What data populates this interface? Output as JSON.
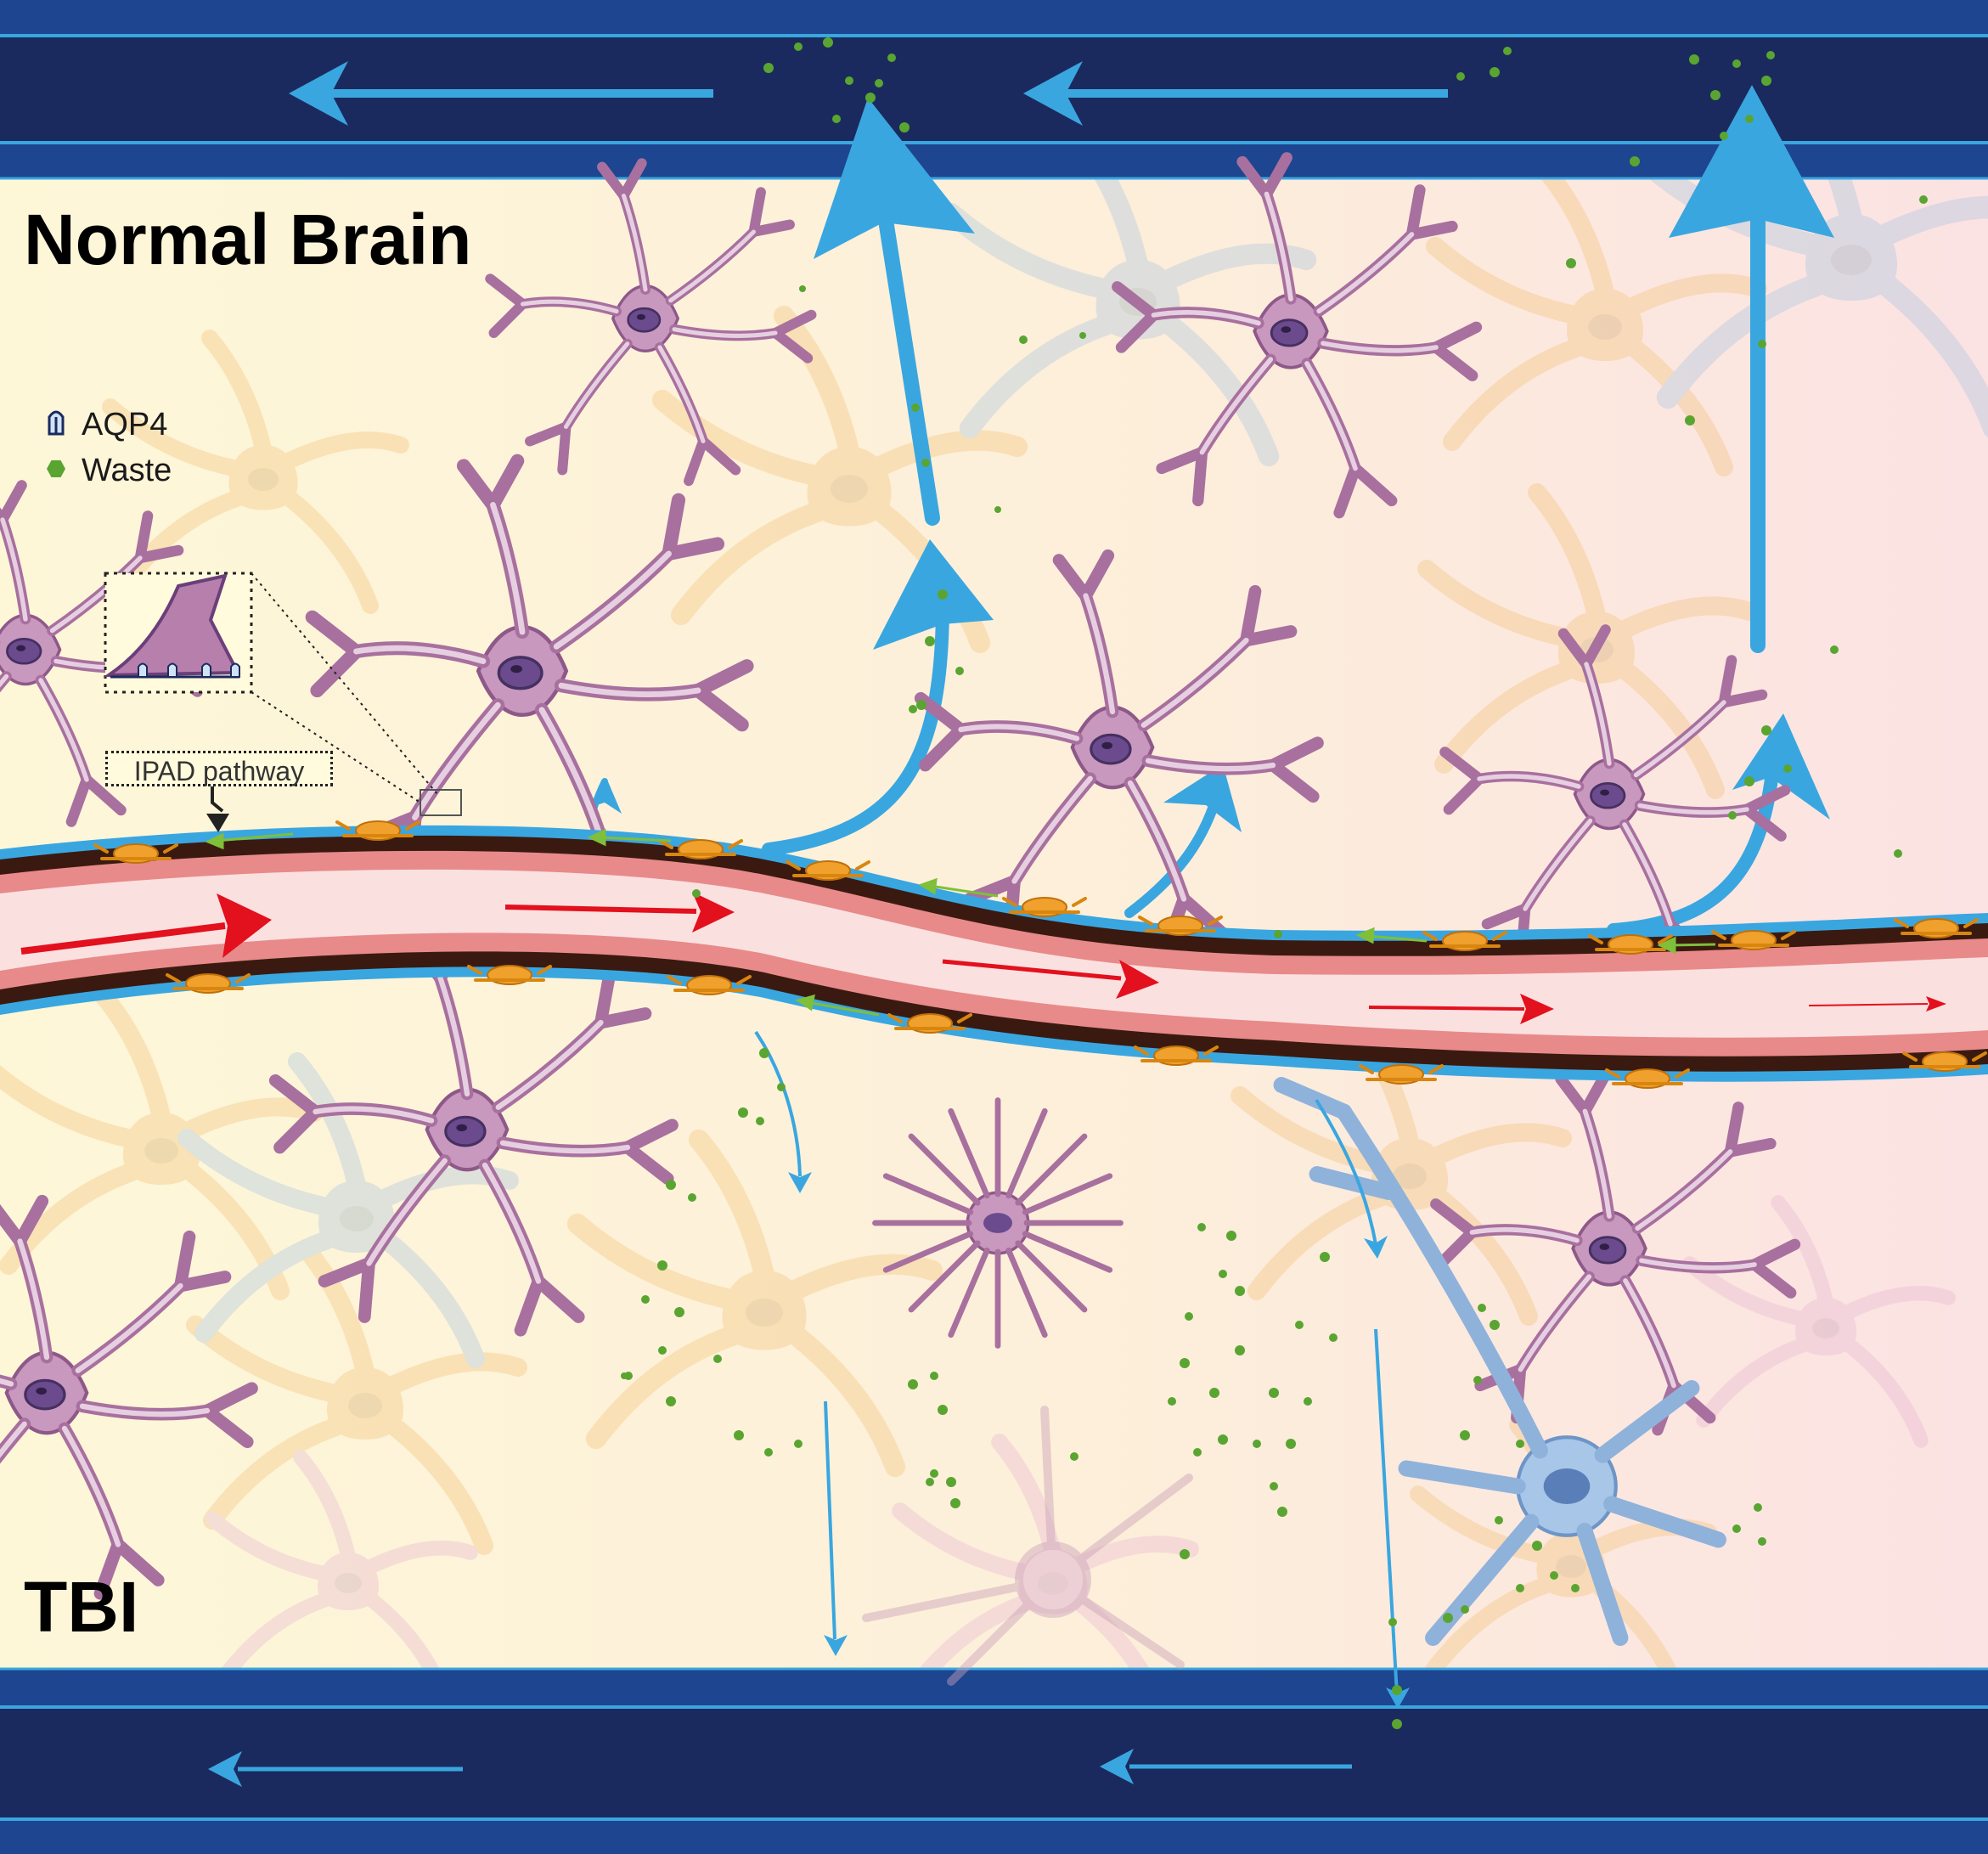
{
  "labels": {
    "normal": "Normal Brain",
    "tbi": "TBI",
    "ipad": "IPAD pathway"
  },
  "legend": [
    {
      "label": "AQP4",
      "icon": "aqp4-channel-icon"
    },
    {
      "label": "Waste",
      "icon": "waste-hexagon-icon"
    }
  ],
  "colors": {
    "background_left": "#fdf7d8",
    "background_right": "#fbe2e3",
    "sinus_dark": "#1b2a5e",
    "sinus_band": "#1d4590",
    "flow_arrow": "#3aa6e0",
    "blood_arrow": "#e3101d",
    "vessel_lumen": "#fbe0e0",
    "vessel_wall": "#3a1a10",
    "endothelium": "#e88a8a",
    "waste": "#5aa531",
    "astrocyte": "#b77fac",
    "pericyte": "#e6951e"
  }
}
